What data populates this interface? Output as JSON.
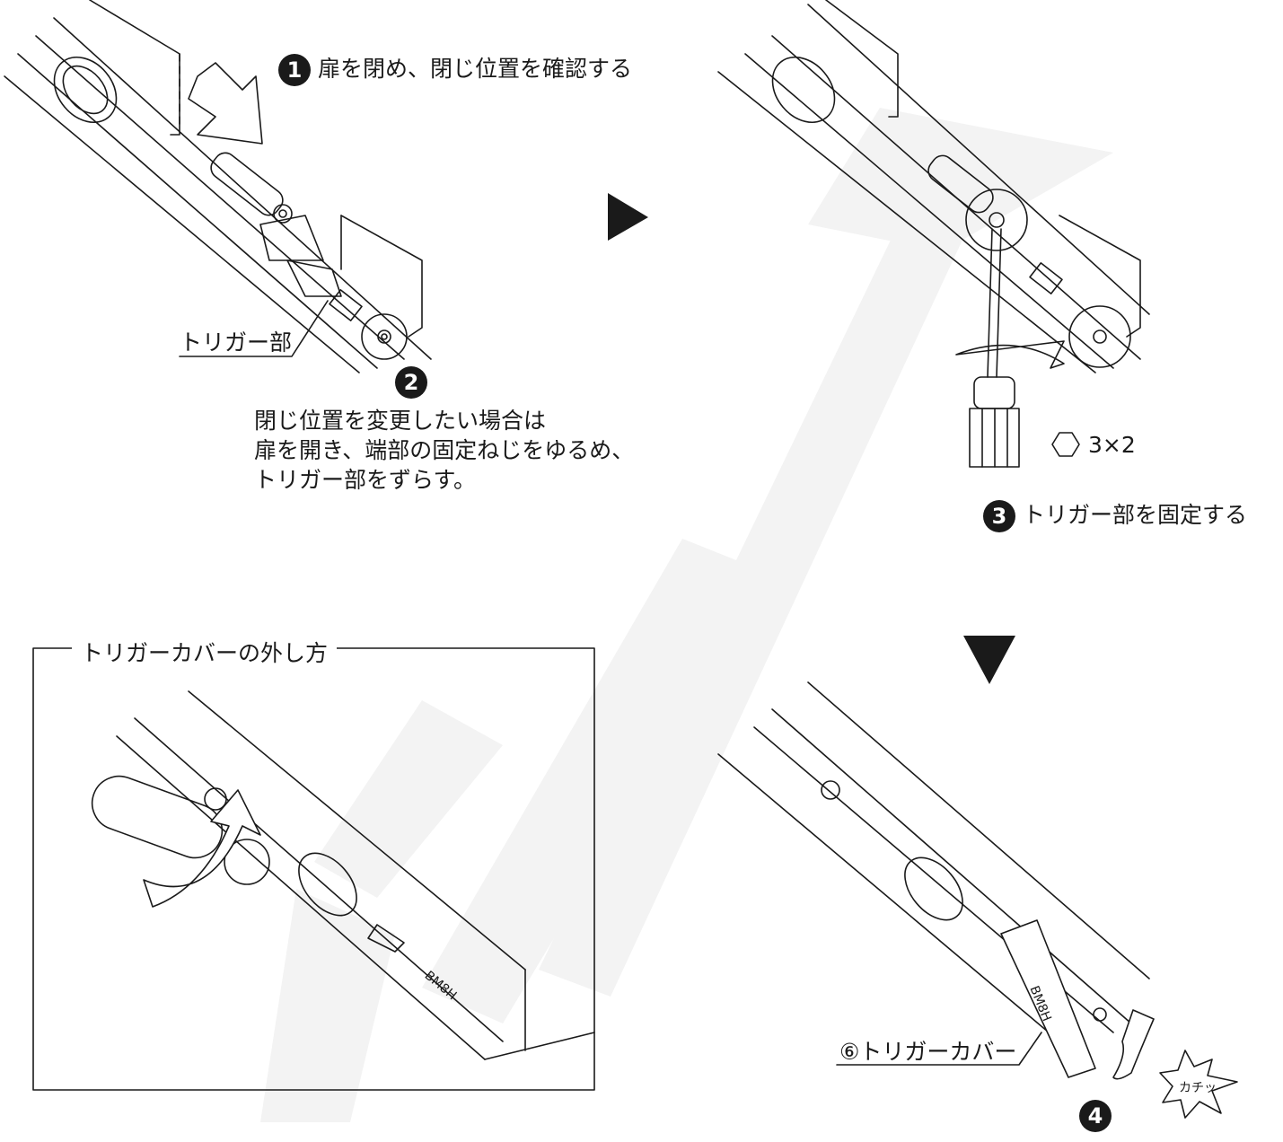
{
  "step1": {
    "number": "1",
    "text": "扉を閉め、閉じ位置を確認する"
  },
  "trigger_label": "トリガー部",
  "step2": {
    "number": "2",
    "lines": [
      "閉じ位置を変更したい場合は",
      "扉を開き、端部の固定ねじをゆるめ、",
      "トリガー部をずらす。"
    ]
  },
  "hex_size": "3×2",
  "step3": {
    "number": "3",
    "text": "トリガー部を固定する"
  },
  "inset_title": "トリガーカバーの外し方",
  "cover_label": "⑥トリガーカバー",
  "click_sound": "カチッ",
  "step4": {
    "number": "4"
  },
  "part_print": "BM8H",
  "colors": {
    "ink": "#1a1a1a",
    "watermark": "#f3f3f3"
  }
}
